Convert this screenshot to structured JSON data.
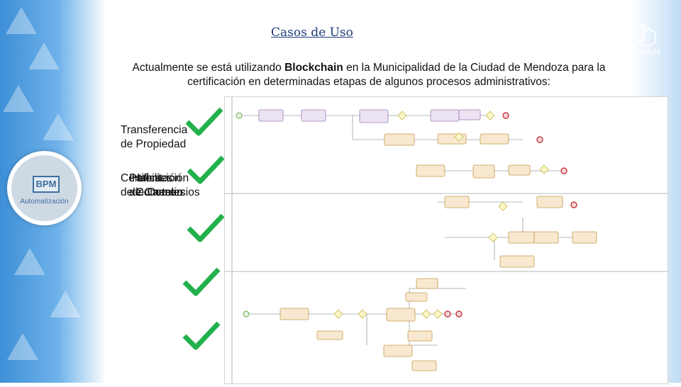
{
  "slide": {
    "title": "Casos de Uso",
    "intro_parts": [
      "Actualmente se está utilizando ",
      "Blockchain",
      " en la Municipalidad de la Ciudad de Mendoza para la certificación en determinadas etapas de algunos procesos administrativos:"
    ],
    "logo_text": "BLOCKCHAIN",
    "bpm_badge": {
      "box": "BPM",
      "label": "Automatización"
    },
    "processes": [
      {
        "line1": "Transferencia",
        "line2": "de Propiedad"
      },
      {
        "line1": "Certificación",
        "line2": "de Comercio"
      },
      {
        "line1": "Patentes",
        "line2": "de Carteles"
      },
      {
        "line1": "Habilitación",
        "line2": "de Comercios"
      }
    ],
    "check_color": "#22b14c",
    "check_count": 5,
    "accent": "#1f3c7a"
  }
}
